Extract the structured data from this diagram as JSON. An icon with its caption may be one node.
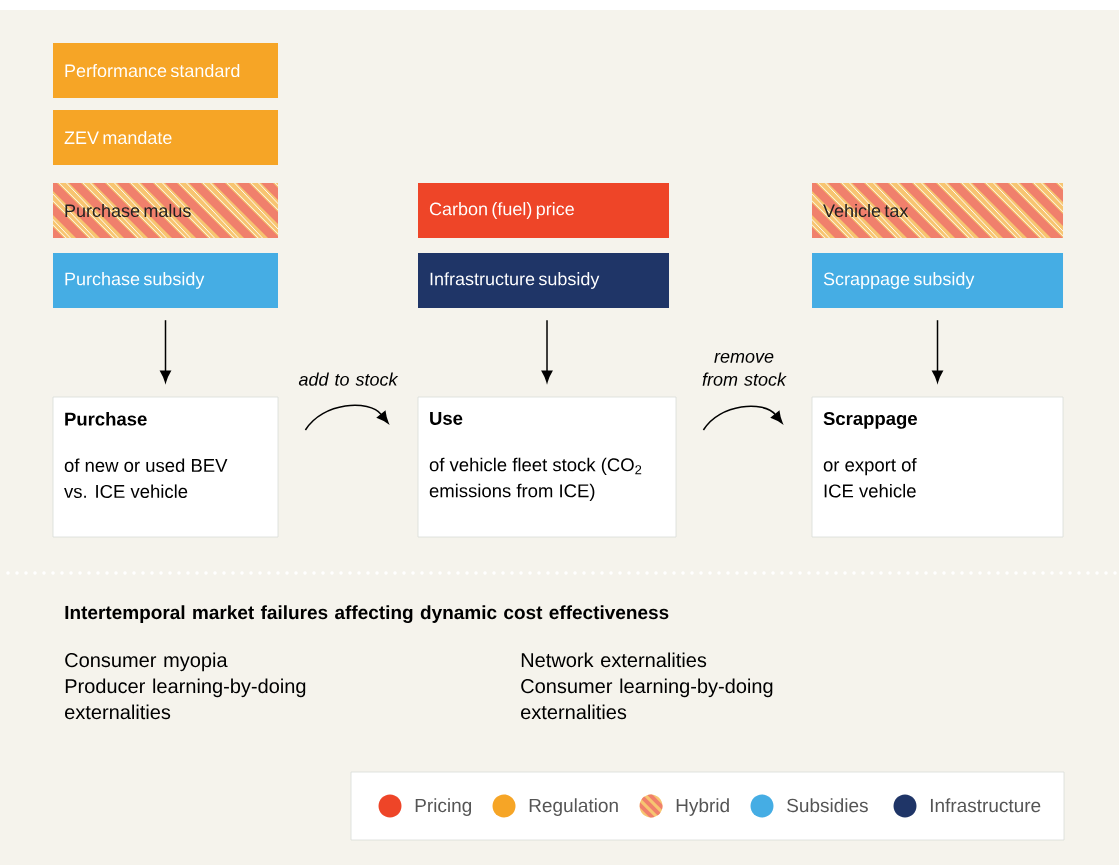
{
  "diagram": {
    "nodes": [
      {
        "text": [
          "Performance standard"
        ]
      },
      {
        "text": [
          "ZEV mandate"
        ]
      },
      {
        "text": [
          "Purchase malus"
        ]
      },
      {
        "text": [
          "Purchase subsidy"
        ]
      },
      {
        "text": [
          "Carbon (fuel) price"
        ]
      },
      {
        "text": [
          "Infrastructure subsidy"
        ]
      },
      {
        "text": [
          "Vehicle tax"
        ]
      },
      {
        "text": [
          "Scrappage subsidy"
        ]
      },
      {
        "text": [
          "Purchase",
          "of new or used BEV vs. ICE vehicle"
        ]
      },
      {
        "text": [
          "Use",
          "of vehicle fleet stock (CO$_{2}$ emissions from ICE)"
        ]
      },
      {
        "text": [
          "Scrappage",
          "or export of ICE vehicle"
        ]
      }
    ],
    "edges": [
      {
        "from": 3,
        "to": 8,
        "arrow": "to"
      },
      {
        "from": 5,
        "to": 9,
        "arrow": "to"
      },
      {
        "from": 7,
        "to": 10,
        "arrow": "to"
      },
      {
        "from": 8,
        "to": 9,
        "arrow": "to",
        "label": "add to stock"
      },
      {
        "from": 9,
        "to": 10,
        "arrow": "to",
        "label": "remove from stock"
      }
    ],
    "labels": [
      "Intertemporal market failures affecting dynamic cost effectiveness",
      "Consumer myopia",
      "Producer learning-by-doing externalities",
      "Network externalities",
      "Consumer learning-by-doing externalities"
    ],
    "legend": [
      {
        "text": "Pricing",
        "color": "#ee4528"
      },
      {
        "text": "Regulation",
        "color": "#f6a526"
      },
      {
        "text": "Hybrid"
      },
      {
        "text": "Subsidies",
        "color": "#45ade4"
      },
      {
        "text": "Infrastructure",
        "color": "#1f3567"
      }
    ]
  }
}
